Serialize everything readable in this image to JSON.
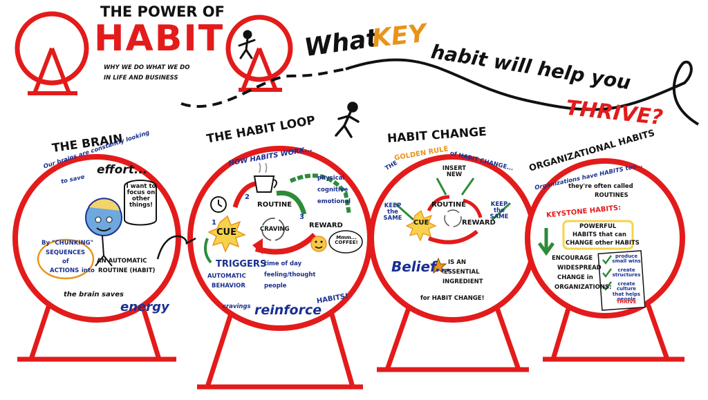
{
  "header": {
    "title_line1": "THE POWER OF",
    "title_word": "HABIT",
    "subtitle_line1": "WHY WE DO WHAT WE DO",
    "subtitle_line2": "IN LIFE AND BUSINESS"
  },
  "question": {
    "part1": "What",
    "key": "KEY",
    "part2": "habit will help you",
    "thrive": "THRIVE?"
  },
  "brain": {
    "title": "THE BRAIN",
    "intro_line1": "Our brains are constantly looking",
    "intro_line2": "to save",
    "effort": "effort...",
    "speech": "I want to focus on other things!",
    "chunking_line1": "By \"CHUNKING\"",
    "chunking_line2": "SEQUENCES",
    "chunking_line3": "of",
    "chunking_line4": "ACTIONS",
    "into": "into",
    "automatic": "AN AUTOMATIC",
    "routine": "ROUTINE (HABIT)",
    "saves": "the brain saves",
    "energy": "energy"
  },
  "loop": {
    "title": "THE HABIT LOOP",
    "subtitle": "HOW HABITS WORK...",
    "routine": "ROUTINE",
    "cue": "CUE",
    "craving": "CRAVING",
    "reward": "REWARD",
    "n1": "1",
    "n2": "2",
    "n3": "3",
    "physical": "physical",
    "cognitive": "cognitive",
    "emotional": "emotional",
    "coffee": "Mmm... COFFEE!",
    "triggers": "TRIGGERS",
    "automatic": "AUTOMATIC",
    "behavior": "BEHAVIOR",
    "time_of_day": "time of day",
    "feeling": "feeling/thought",
    "people": "people",
    "cravings": "cravings",
    "reinforce": "reinforce",
    "habits": "HABITS!"
  },
  "change": {
    "title": "HABIT CHANGE",
    "the": "THE",
    "golden_rule": "GOLDEN RULE",
    "of_habit_change": "of HABIT CHANGE...",
    "insert_new": "INSERT NEW",
    "keep_same_left": "KEEP the SAME",
    "keep_same_right": "KEEP the SAME",
    "routine": "ROUTINE",
    "cue": "CUE",
    "reward": "REWARD",
    "belief": "Belief...",
    "essential1": "IS AN",
    "essential2": "ESSENTIAL",
    "essential3": "INGREDIENT",
    "essential4": "for HABIT CHANGE!"
  },
  "org": {
    "title": "ORGANIZATIONAL HABITS",
    "line1": "Organizations have HABITS too...",
    "line2": "they're often called",
    "line3": "ROUTINES",
    "keystone": "KEYSTONE HABITS:",
    "powerful1": "POWERFUL",
    "powerful2": "HABITS that can",
    "powerful3": "CHANGE other HABITS",
    "encourage": "ENCOURAGE",
    "widespread": "WIDESPREAD",
    "change_in": "CHANGE in",
    "organizations": "ORGANIZATIONS:",
    "list1": "produce small wins",
    "list2": "create structures",
    "list3": "create culture that helps people",
    "list4": "THRIVE"
  }
}
